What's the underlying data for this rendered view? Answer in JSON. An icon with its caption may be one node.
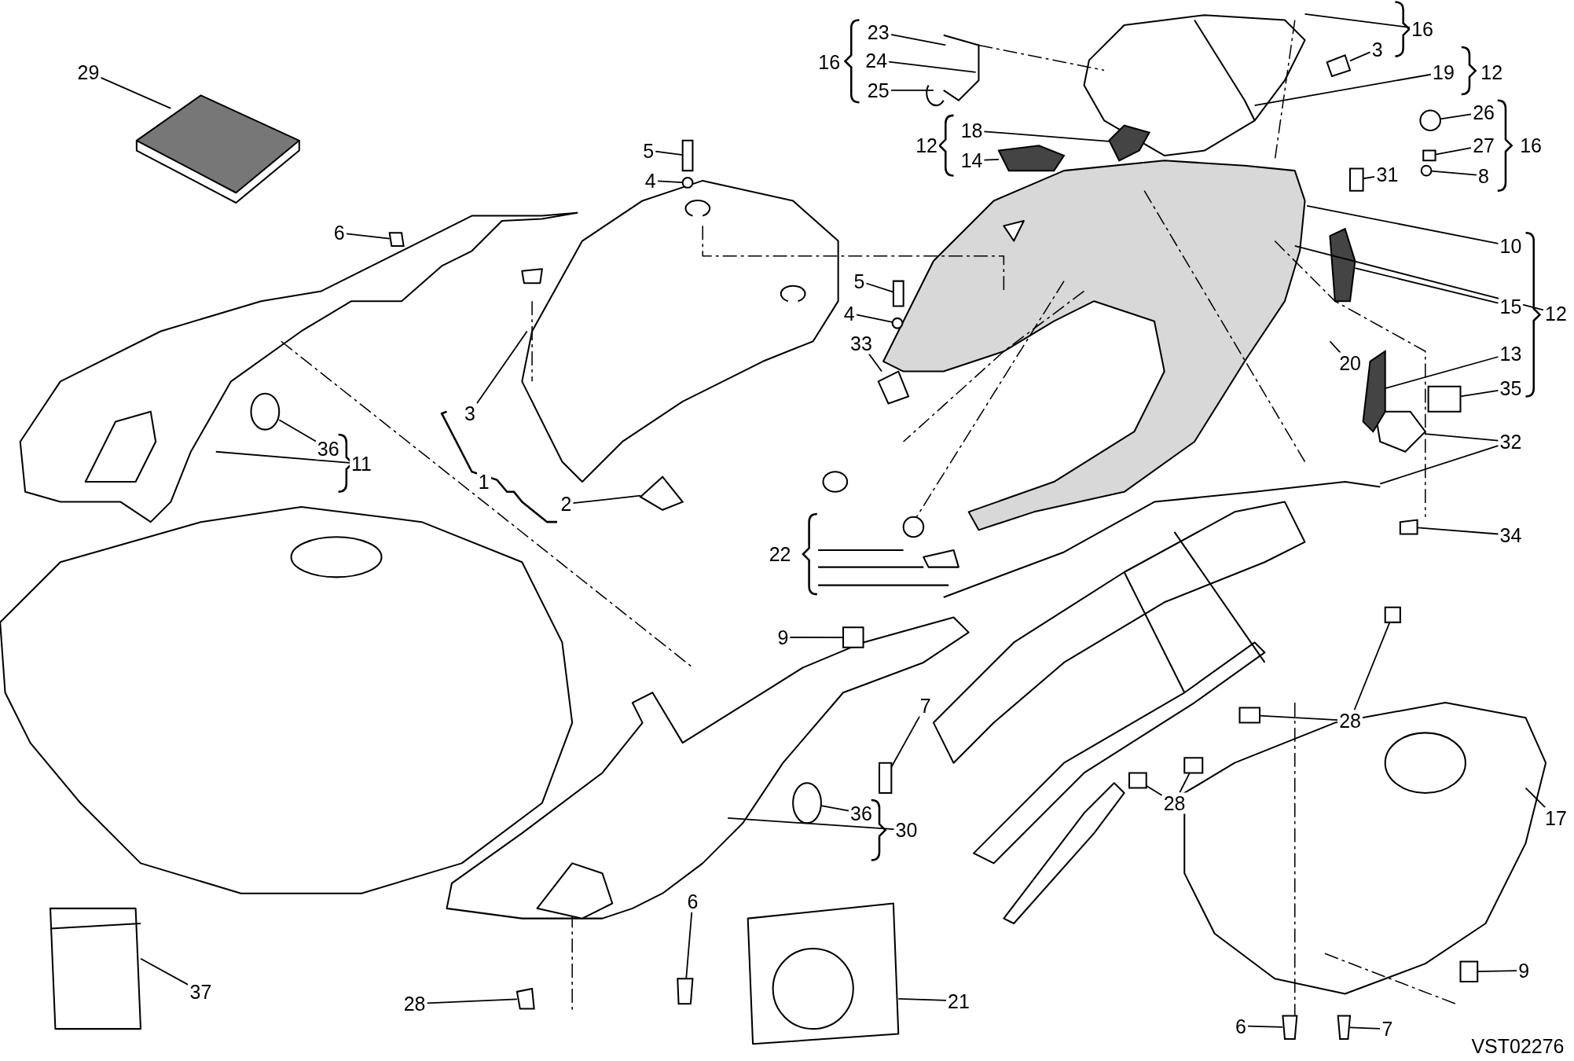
{
  "diagram": {
    "nodes": [
      {
        "text": [
          "29"
        ]
      },
      {
        "text": [
          "6"
        ]
      },
      {
        "text": [
          "23"
        ]
      },
      {
        "text": [
          "24"
        ]
      },
      {
        "text": [
          "25"
        ]
      },
      {
        "text": [
          "16"
        ]
      },
      {
        "text": [
          "16"
        ]
      },
      {
        "text": [
          "3"
        ]
      },
      {
        "text": [
          "19"
        ]
      },
      {
        "text": [
          "12"
        ]
      },
      {
        "text": [
          "18"
        ]
      },
      {
        "text": [
          "14"
        ]
      },
      {
        "text": [
          "12"
        ]
      },
      {
        "text": [
          "5"
        ]
      },
      {
        "text": [
          "4"
        ]
      },
      {
        "text": [
          "26"
        ]
      },
      {
        "text": [
          "27"
        ]
      },
      {
        "text": [
          "8"
        ]
      },
      {
        "text": [
          "16"
        ]
      },
      {
        "text": [
          "31"
        ]
      },
      {
        "text": [
          "10"
        ]
      },
      {
        "text": [
          "15"
        ]
      },
      {
        "text": [
          "12"
        ]
      },
      {
        "text": [
          "13"
        ]
      },
      {
        "text": [
          "35"
        ]
      },
      {
        "text": [
          "20"
        ]
      },
      {
        "text": [
          "5"
        ]
      },
      {
        "text": [
          "4"
        ]
      },
      {
        "text": [
          "33"
        ]
      },
      {
        "text": [
          "3"
        ]
      },
      {
        "text": [
          "36"
        ]
      },
      {
        "text": [
          "11"
        ]
      },
      {
        "text": [
          "1"
        ]
      },
      {
        "text": [
          "2"
        ]
      },
      {
        "text": [
          "32"
        ]
      },
      {
        "text": [
          "34"
        ]
      },
      {
        "text": [
          "22"
        ]
      },
      {
        "text": [
          "9"
        ]
      },
      {
        "text": [
          "7"
        ]
      },
      {
        "text": [
          "28"
        ]
      },
      {
        "text": [
          "28"
        ]
      },
      {
        "text": [
          "36"
        ]
      },
      {
        "text": [
          "30"
        ]
      },
      {
        "text": [
          "17"
        ]
      },
      {
        "text": [
          "37"
        ]
      },
      {
        "text": [
          "28"
        ]
      },
      {
        "text": [
          "6"
        ]
      },
      {
        "text": [
          "21"
        ]
      },
      {
        "text": [
          "9"
        ]
      },
      {
        "text": [
          "6"
        ]
      },
      {
        "text": [
          "7"
        ]
      },
      {
        "text": [],
        "shape": "box"
      },
      {
        "text": [],
        "shape": "box"
      },
      {
        "text": [],
        "shape": "box"
      },
      {
        "text": [],
        "shape": "circle"
      },
      {
        "text": [],
        "shape": "box"
      },
      {
        "text": [],
        "shape": "circle"
      },
      {
        "text": [],
        "shape": "box"
      },
      {
        "text": [],
        "shape": "box"
      },
      {
        "text": [],
        "shape": "circle"
      },
      {
        "text": [],
        "shape": "box"
      },
      {
        "text": [],
        "shape": "circle"
      },
      {
        "text": [],
        "shape": "box"
      },
      {
        "text": [],
        "shape": "box"
      },
      {
        "text": [],
        "shape": "box"
      },
      {
        "text": [],
        "shape": "box"
      },
      {
        "text": [],
        "shape": "box"
      },
      {
        "text": [],
        "shape": "box"
      },
      {
        "text": [],
        "shape": "box"
      },
      {
        "text": [],
        "shape": "box"
      },
      {
        "text": [],
        "shape": "box"
      },
      {
        "text": [],
        "shape": "circle"
      },
      {
        "text": [],
        "shape": "box"
      },
      {
        "text": [],
        "shape": "box"
      },
      {
        "text": [],
        "shape": "box"
      },
      {
        "text": [],
        "shape": "box"
      },
      {
        "text": [],
        "shape": "box"
      },
      {
        "text": [],
        "shape": "box"
      },
      {
        "text": [],
        "shape": "circle"
      },
      {
        "text": [],
        "shape": "box"
      },
      {
        "text": [],
        "shape": "box"
      },
      {
        "text": [],
        "shape": "box"
      },
      {
        "text": [],
        "shape": "box"
      }
    ],
    "edges": [
      {
        "from": 0,
        "to": null,
        "arrow": "none"
      },
      {
        "from": 1,
        "to": 51,
        "arrow": "none"
      },
      {
        "from": 2,
        "to": null,
        "arrow": "none"
      },
      {
        "from": 3,
        "to": null,
        "arrow": "none"
      },
      {
        "from": 4,
        "to": null,
        "arrow": "none"
      },
      {
        "from": 6,
        "to": null,
        "arrow": "none"
      },
      {
        "from": 7,
        "to": 52,
        "arrow": "none"
      },
      {
        "from": 8,
        "to": null,
        "arrow": "none"
      },
      {
        "from": 10,
        "to": 80,
        "arrow": "none"
      },
      {
        "from": 11,
        "to": 81,
        "arrow": "none"
      },
      {
        "from": 13,
        "to": 53,
        "arrow": "none"
      },
      {
        "from": 14,
        "to": 78,
        "arrow": "none"
      },
      {
        "from": 15,
        "to": 54,
        "arrow": "none"
      },
      {
        "from": 16,
        "to": 55,
        "arrow": "none"
      },
      {
        "from": 17,
        "to": 56,
        "arrow": "none"
      },
      {
        "from": 19,
        "to": 57,
        "arrow": "none"
      },
      {
        "from": 20,
        "to": null,
        "arrow": "none"
      },
      {
        "from": 21,
        "to": 82,
        "arrow": "none"
      },
      {
        "from": 22,
        "to": null,
        "arrow": "none"
      },
      {
        "from": 23,
        "to": 79,
        "arrow": "none"
      },
      {
        "from": 24,
        "to": 77,
        "arrow": "none"
      },
      {
        "from": 25,
        "to": null,
        "arrow": "none"
      },
      {
        "from": 26,
        "to": 58,
        "arrow": "none"
      },
      {
        "from": 27,
        "to": 59,
        "arrow": "none"
      },
      {
        "from": 28,
        "to": 60,
        "arrow": "none"
      },
      {
        "from": 29,
        "to": null,
        "arrow": "none"
      },
      {
        "from": 30,
        "to": 61,
        "arrow": "none"
      },
      {
        "from": 31,
        "to": null,
        "arrow": "none"
      },
      {
        "from": 33,
        "to": 62,
        "arrow": "none"
      },
      {
        "from": 34,
        "to": 63,
        "arrow": "none"
      },
      {
        "from": 34,
        "to": null,
        "arrow": "none"
      },
      {
        "from": 35,
        "to": 64,
        "arrow": "none"
      },
      {
        "from": 37,
        "to": 65,
        "arrow": "none"
      },
      {
        "from": 38,
        "to": 66,
        "arrow": "none"
      },
      {
        "from": 39,
        "to": 67,
        "arrow": "none"
      },
      {
        "from": 39,
        "to": 68,
        "arrow": "none"
      },
      {
        "from": 40,
        "to": 69,
        "arrow": "none"
      },
      {
        "from": 40,
        "to": 70,
        "arrow": "none"
      },
      {
        "from": 41,
        "to": 71,
        "arrow": "none"
      },
      {
        "from": 42,
        "to": null,
        "arrow": "none"
      },
      {
        "from": 43,
        "to": null,
        "arrow": "none"
      },
      {
        "from": 44,
        "to": null,
        "arrow": "none"
      },
      {
        "from": 45,
        "to": 72,
        "arrow": "none"
      },
      {
        "from": 46,
        "to": 73,
        "arrow": "none"
      },
      {
        "from": 47,
        "to": null,
        "arrow": "none"
      },
      {
        "from": 48,
        "to": 74,
        "arrow": "none"
      },
      {
        "from": 49,
        "to": 75,
        "arrow": "none"
      },
      {
        "from": 50,
        "to": 76,
        "arrow": "none"
      }
    ],
    "labels": [
      "VST02276"
    ]
  }
}
